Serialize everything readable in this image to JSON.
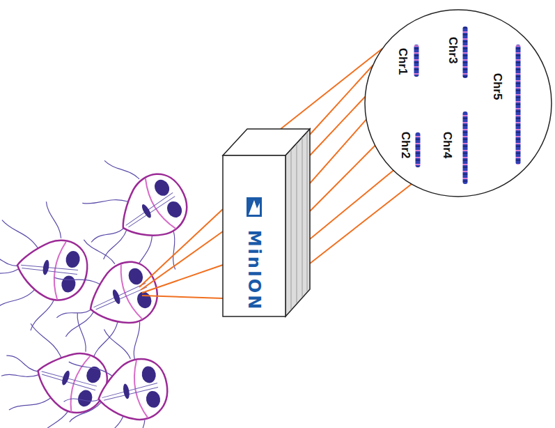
{
  "diagram": {
    "nodes": [
      {
        "text": [
          "MinION"
        ]
      },
      {
        "text": [
          "Chr1",
          "Chr2",
          "Chr3",
          "Chr4",
          "Chr5"
        ]
      }
    ],
    "edges": [
      {
        "from": 0,
        "to": 1,
        "arrow": "none"
      },
      {
        "from": 0,
        "to": 1,
        "arrow": "none"
      },
      {
        "from": 0,
        "to": 1,
        "arrow": "none"
      },
      {
        "from": 0,
        "to": 1,
        "arrow": "none"
      },
      {
        "from": 0,
        "to": 1,
        "arrow": "none"
      },
      {
        "from": 0,
        "to": 1,
        "arrow": "none"
      },
      {
        "from": 0,
        "to": 1,
        "arrow": "none"
      }
    ]
  }
}
